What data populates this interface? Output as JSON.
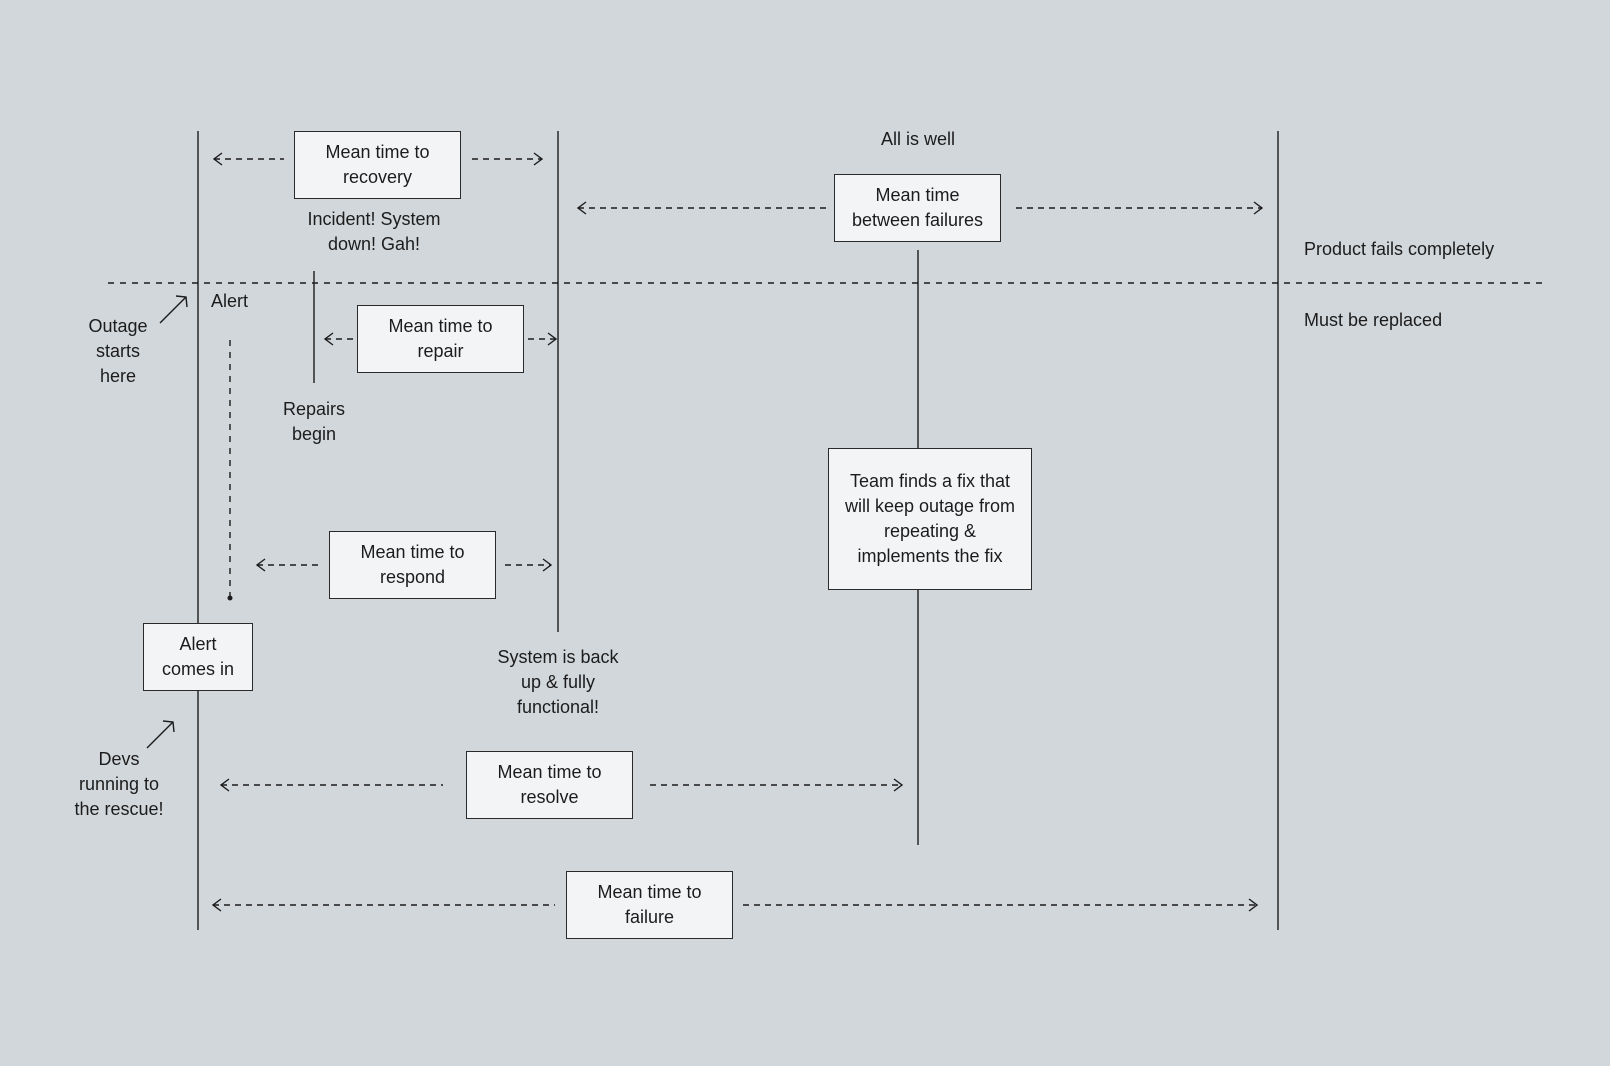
{
  "diagram": {
    "boxes": {
      "mttr_recovery": "Mean time to\nrecovery",
      "mtbf": "Mean time\nbetween failures",
      "mttr_repair": "Mean time to\nrepair",
      "mttr_respond": "Mean time to\nrespond",
      "alert_comes_in": "Alert\ncomes in",
      "fix": "Team finds a fix that\nwill keep outage from\nrepeating &\nimplements the fix",
      "mttr_resolve": "Mean time to\nresolve",
      "mttf": "Mean time to\nfailure"
    },
    "labels": {
      "all_is_well": "All is well",
      "incident": "Incident! System\ndown! Gah!",
      "product_fails": "Product fails completely",
      "must_be_replaced": "Must be replaced",
      "alert": "Alert",
      "outage_starts": "Outage\nstarts\nhere",
      "repairs_begin": "Repairs\nbegin",
      "system_back": "System is back\nup & fully\nfunctional!",
      "devs_running": "Devs\nrunning to\nthe rescue!"
    },
    "colors": {
      "background": "#d2d7db",
      "box_fill": "#f3f4f6",
      "stroke": "#1c1c1c"
    }
  }
}
